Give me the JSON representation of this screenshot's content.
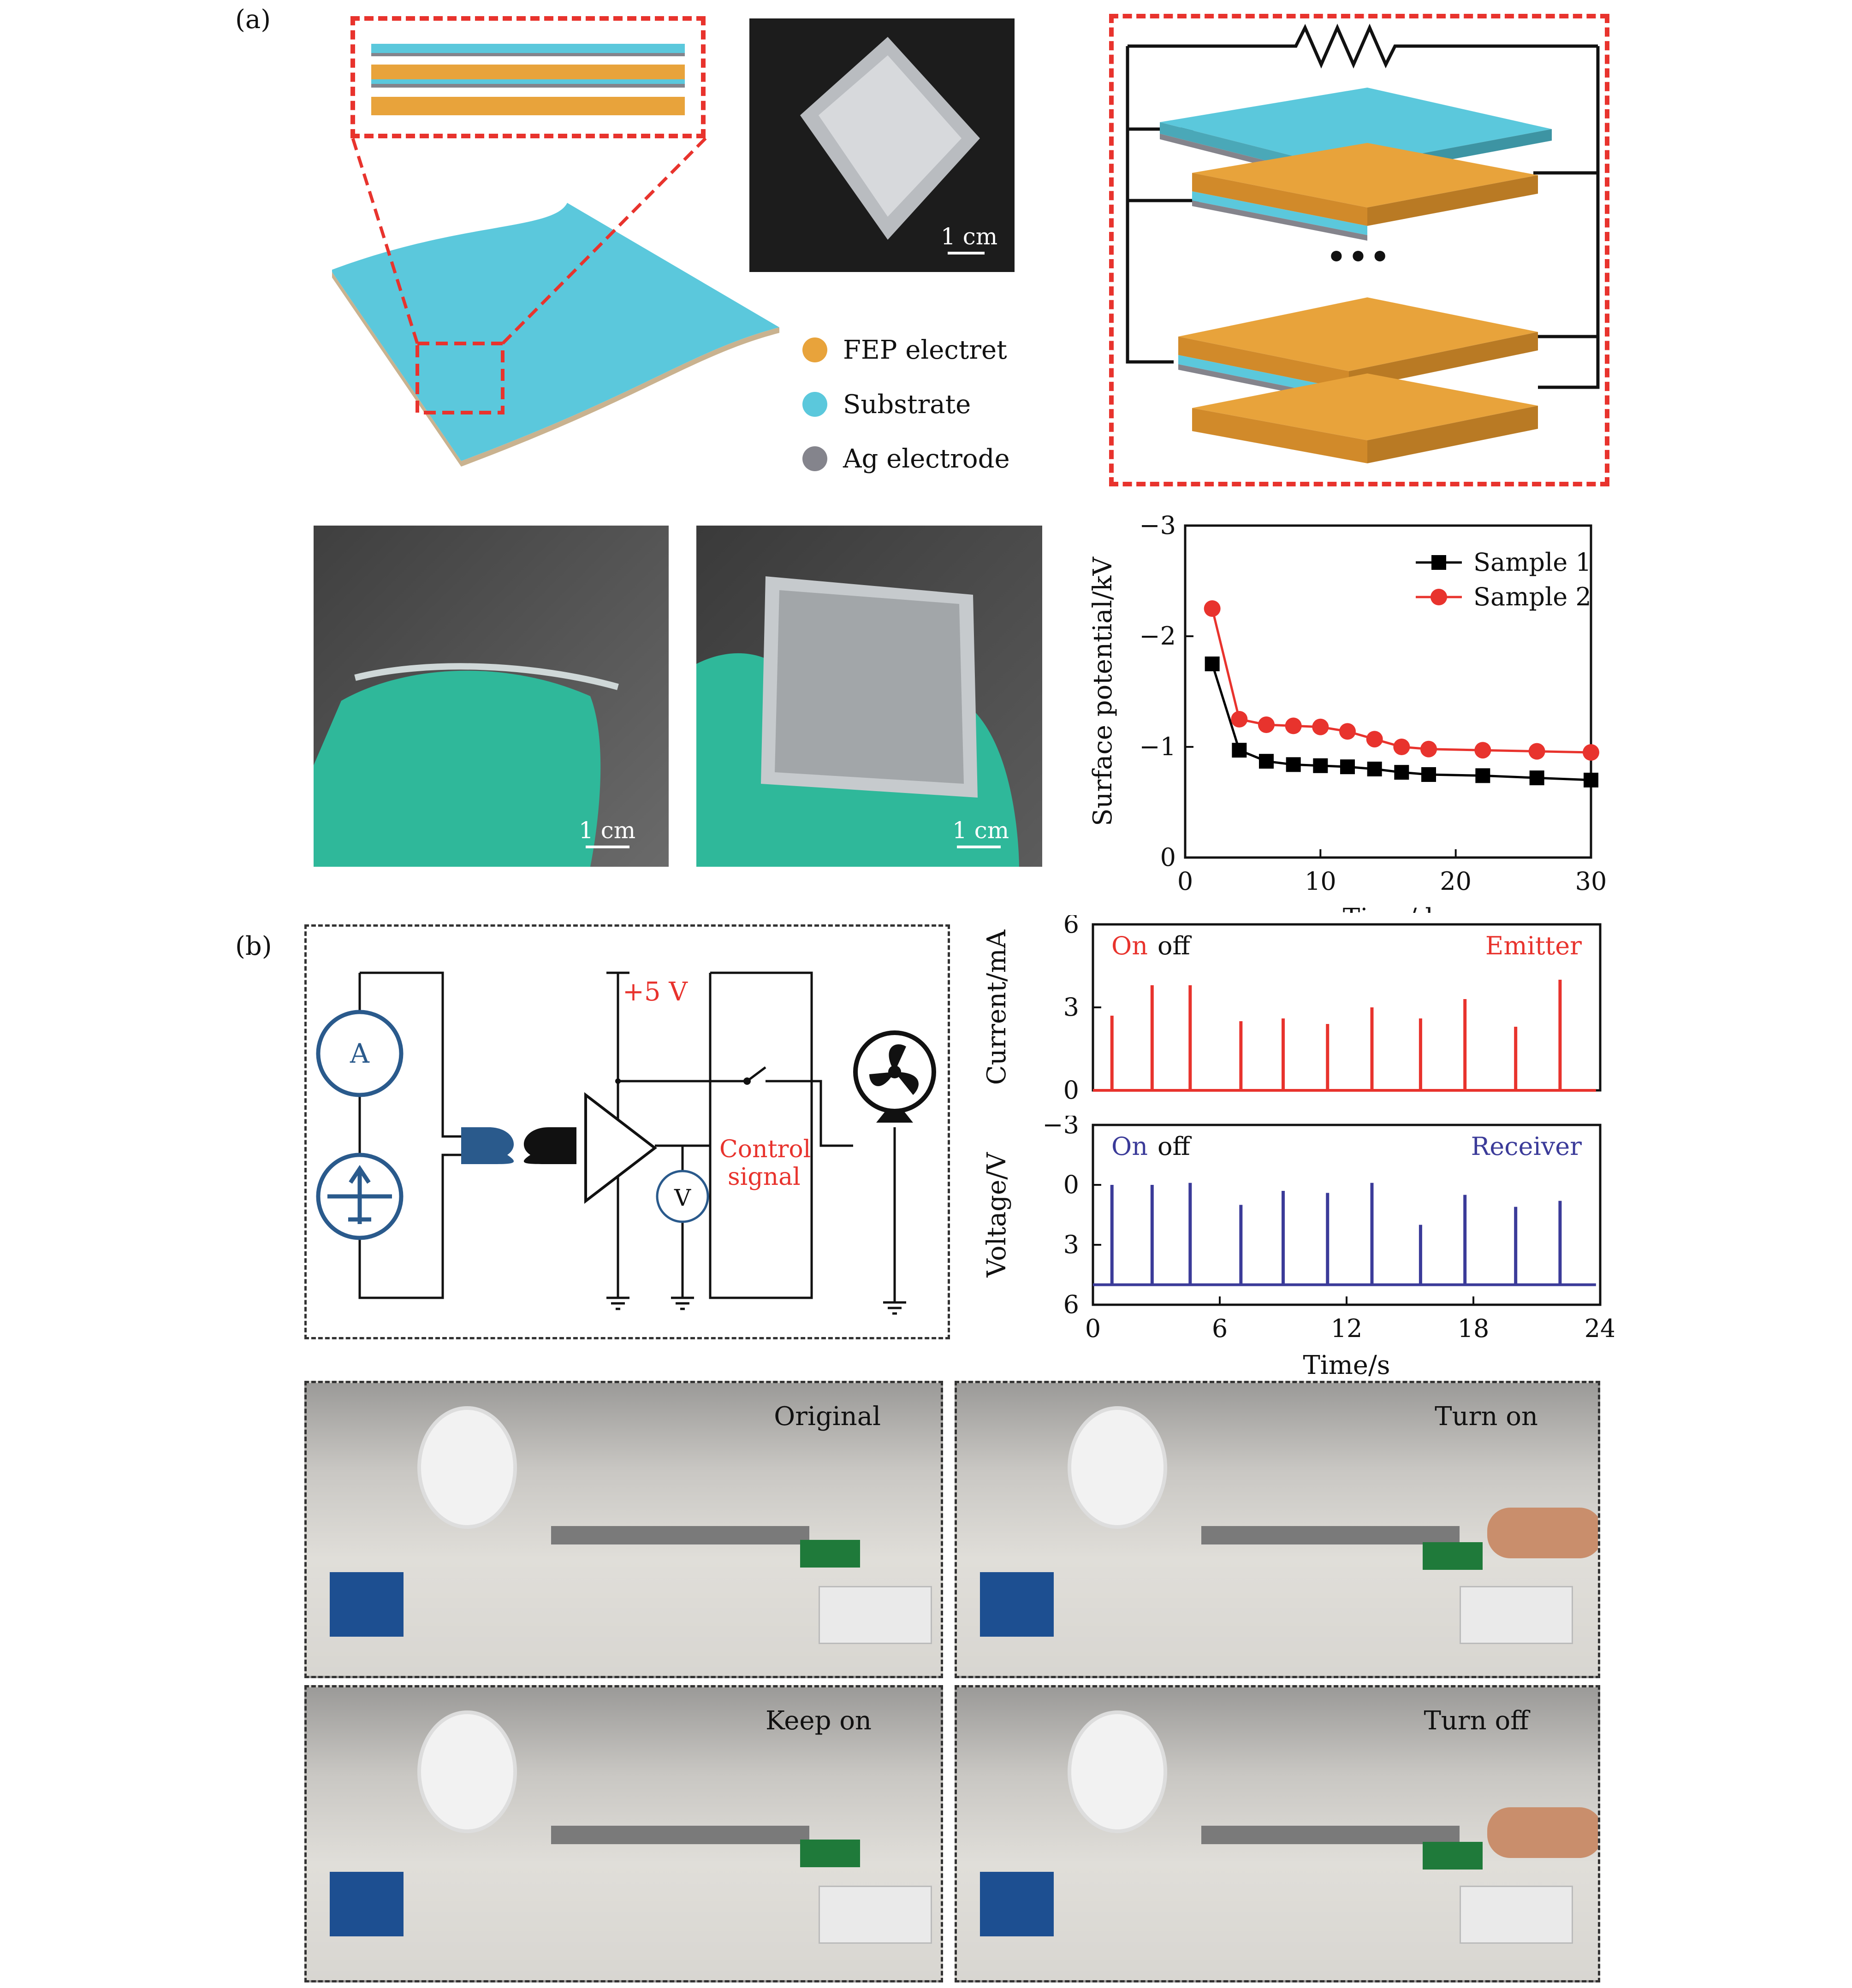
{
  "panel_a": {
    "label": "(a)",
    "scale_bar": "1 cm",
    "legend": [
      {
        "text": "FEP electret",
        "color": "#e8a33b"
      },
      {
        "text": "Substrate",
        "color": "#5bc8dc"
      },
      {
        "text": "Ag electrode",
        "color": "#84848c"
      }
    ],
    "stack_ellipsis": "•••"
  },
  "panel_b": {
    "label": "(b)",
    "circuit": {
      "ammeter": "A",
      "voltmeter": "V",
      "supply": "+5 V",
      "control_line1": "Control",
      "control_line2": "signal"
    },
    "emitter_tag_on": "On",
    "emitter_tag_off": "off",
    "emitter_name": "Emitter",
    "receiver_tag_on": "On",
    "receiver_tag_off": "off",
    "receiver_name": "Receiver",
    "photo_captions": [
      "Original",
      "Turn on",
      "Keep on",
      "Turn off"
    ]
  },
  "chart_data": [
    {
      "type": "line",
      "xlabel": "Time/d",
      "ylabel": "Surface potential/kV",
      "xlim": [
        0,
        30
      ],
      "ylim": [
        0,
        -3
      ],
      "xticks": [
        "0",
        "10",
        "20",
        "30"
      ],
      "yticks": [
        "0",
        "−1",
        "−2",
        "−3"
      ],
      "legend_position": "top-right",
      "series": [
        {
          "name": "Sample 1",
          "color": "#000000",
          "marker": "square",
          "x": [
            2,
            4,
            6,
            8,
            10,
            12,
            14,
            16,
            18,
            22,
            26,
            30
          ],
          "y": [
            -1.75,
            -0.97,
            -0.87,
            -0.84,
            -0.83,
            -0.82,
            -0.8,
            -0.77,
            -0.75,
            -0.74,
            -0.72,
            -0.7
          ]
        },
        {
          "name": "Sample 2",
          "color": "#e8332d",
          "marker": "circle",
          "x": [
            2,
            4,
            6,
            8,
            10,
            12,
            14,
            16,
            18,
            22,
            26,
            30
          ],
          "y": [
            -2.25,
            -1.25,
            -1.2,
            -1.19,
            -1.18,
            -1.14,
            -1.07,
            -1.0,
            -0.98,
            -0.97,
            -0.96,
            -0.95
          ]
        }
      ]
    },
    {
      "type": "line",
      "xlabel": "",
      "ylabel": "Current/mA",
      "xlim": [
        0,
        24
      ],
      "ylim": [
        0,
        6
      ],
      "yticks": [
        "0",
        "3",
        "6"
      ],
      "color": "#e8332d",
      "baseline": 0,
      "pulses_x": [
        0.9,
        2.8,
        4.6,
        7.0,
        9.0,
        11.1,
        13.2,
        15.5,
        17.6,
        20.0,
        22.1
      ],
      "pulses_y": [
        2.7,
        3.8,
        3.8,
        2.5,
        2.6,
        2.4,
        3.0,
        2.6,
        3.3,
        2.3,
        4.0
      ]
    },
    {
      "type": "line",
      "xlabel": "Time/s",
      "ylabel": "Voltage/V",
      "xlim": [
        0,
        24
      ],
      "ylim": [
        6,
        -3
      ],
      "xticks": [
        "0",
        "6",
        "12",
        "18",
        "24"
      ],
      "yticks": [
        "−3",
        "0",
        "3",
        "6"
      ],
      "color": "#3b3b99",
      "baseline": 5,
      "pulses_x": [
        0.9,
        2.8,
        4.6,
        7.0,
        9.0,
        11.1,
        13.2,
        15.5,
        17.6,
        20.0,
        22.1
      ],
      "pulses_y": [
        0.0,
        0.0,
        -0.1,
        1.0,
        0.3,
        0.4,
        -0.1,
        2.0,
        0.5,
        1.1,
        0.8
      ]
    }
  ]
}
